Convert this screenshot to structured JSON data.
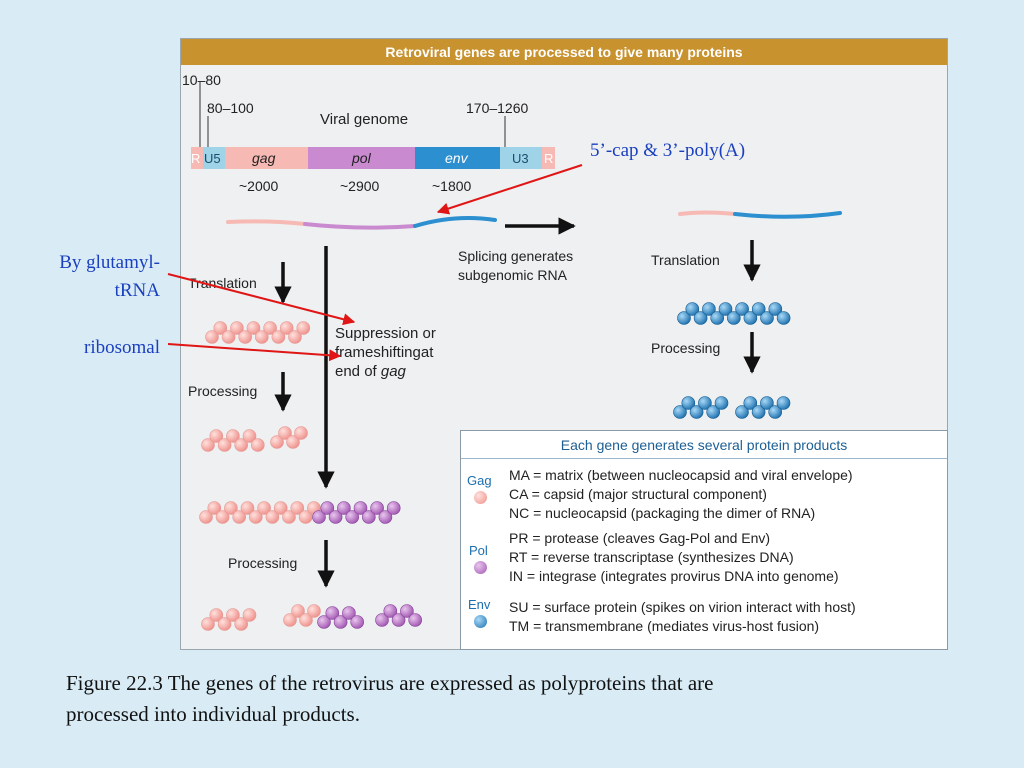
{
  "figure": {
    "title": "Retroviral genes are processed to give many proteins",
    "genome": {
      "label": "Viral genome",
      "pos_10_80": "10–80",
      "pos_80_100": "80–100",
      "pos_170_1260": "170–1260",
      "r_left": "R",
      "u5": "U5",
      "gag": "gag",
      "pol": "pol",
      "env": "env",
      "u3": "U3",
      "r_right": "R",
      "len_gag": "~2000",
      "len_pol": "~2900",
      "len_env": "~1800"
    },
    "steps": {
      "translation_left": "Translation",
      "suppression_line1": "Suppression or",
      "suppression_line2": "frameshiftingat",
      "suppression_line3_prefix": "end of ",
      "suppression_line3_italic": "gag",
      "processing_1": "Processing",
      "processing_2": "Processing",
      "splicing_line1": "Splicing generates",
      "splicing_line2": "subgenomic RNA",
      "translation_right": "Translation",
      "processing_right": "Processing"
    },
    "legend": {
      "title": "Each gene generates several protein products",
      "gag_label": "Gag",
      "pol_label": "Pol",
      "env_label": "Env",
      "gag_lines": [
        "MA = matrix (between nucleocapsid and viral envelope)",
        "CA = capsid (major structural component)",
        "NC = nucleocapsid (packaging the dimer of RNA)"
      ],
      "pol_lines": [
        "PR = protease (cleaves Gag-Pol and Env)",
        "RT = reverse transcriptase (synthesizes DNA)",
        "IN = integrase (integrates provirus DNA into genome)"
      ],
      "env_lines": [
        "SU = surface protein (spikes on virion interact with host)",
        "TM = transmembrane (mediates virus-host fusion)"
      ]
    }
  },
  "annotations": {
    "cap_polya": "5’-cap & 3’-poly(A)",
    "glutamyl_line1": "By glutamyl-",
    "glutamyl_line2": "tRNA",
    "ribosomal": "ribosomal"
  },
  "caption": {
    "line1": "Figure 22.3  The genes of the retrovirus are expressed as polyproteins that are",
    "line2": "processed into individual products."
  },
  "colors": {
    "title_bar": "#c8922e",
    "gag": "#f7b9b4",
    "pol": "#c98ad0",
    "env": "#2c8fcf",
    "annotation_text": "#1a3fbf",
    "annotation_arrow": "#e01515",
    "slide_background": "#d9ecf6"
  }
}
